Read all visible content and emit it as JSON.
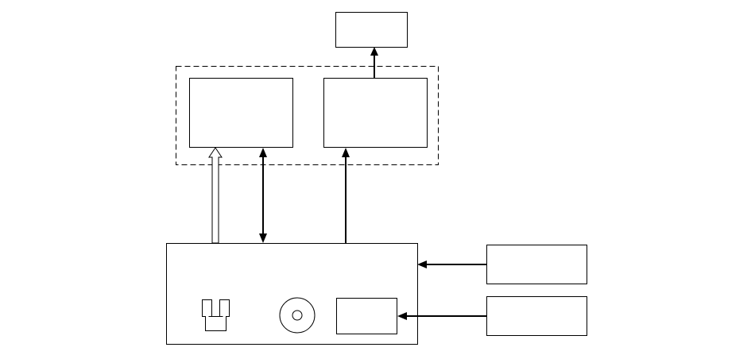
{
  "diagram": {
    "labels": [],
    "line_color": "#000000",
    "background_color": "#ffffff",
    "connections": [
      {
        "from": "right-block",
        "to": "top-output-block",
        "style": "single-arrow"
      },
      {
        "from": "main-unit",
        "to": "left-block",
        "style": "hollow-wide-arrow"
      },
      {
        "from": "main-unit",
        "to": "left-block",
        "style": "double-arrow"
      },
      {
        "from": "main-unit",
        "to": "right-block",
        "style": "single-arrow"
      },
      {
        "from": "input-block-upper",
        "to": "main-unit",
        "style": "single-arrow"
      },
      {
        "from": "input-block-lower",
        "to": "main-unit-internal-box",
        "style": "single-arrow"
      }
    ]
  }
}
